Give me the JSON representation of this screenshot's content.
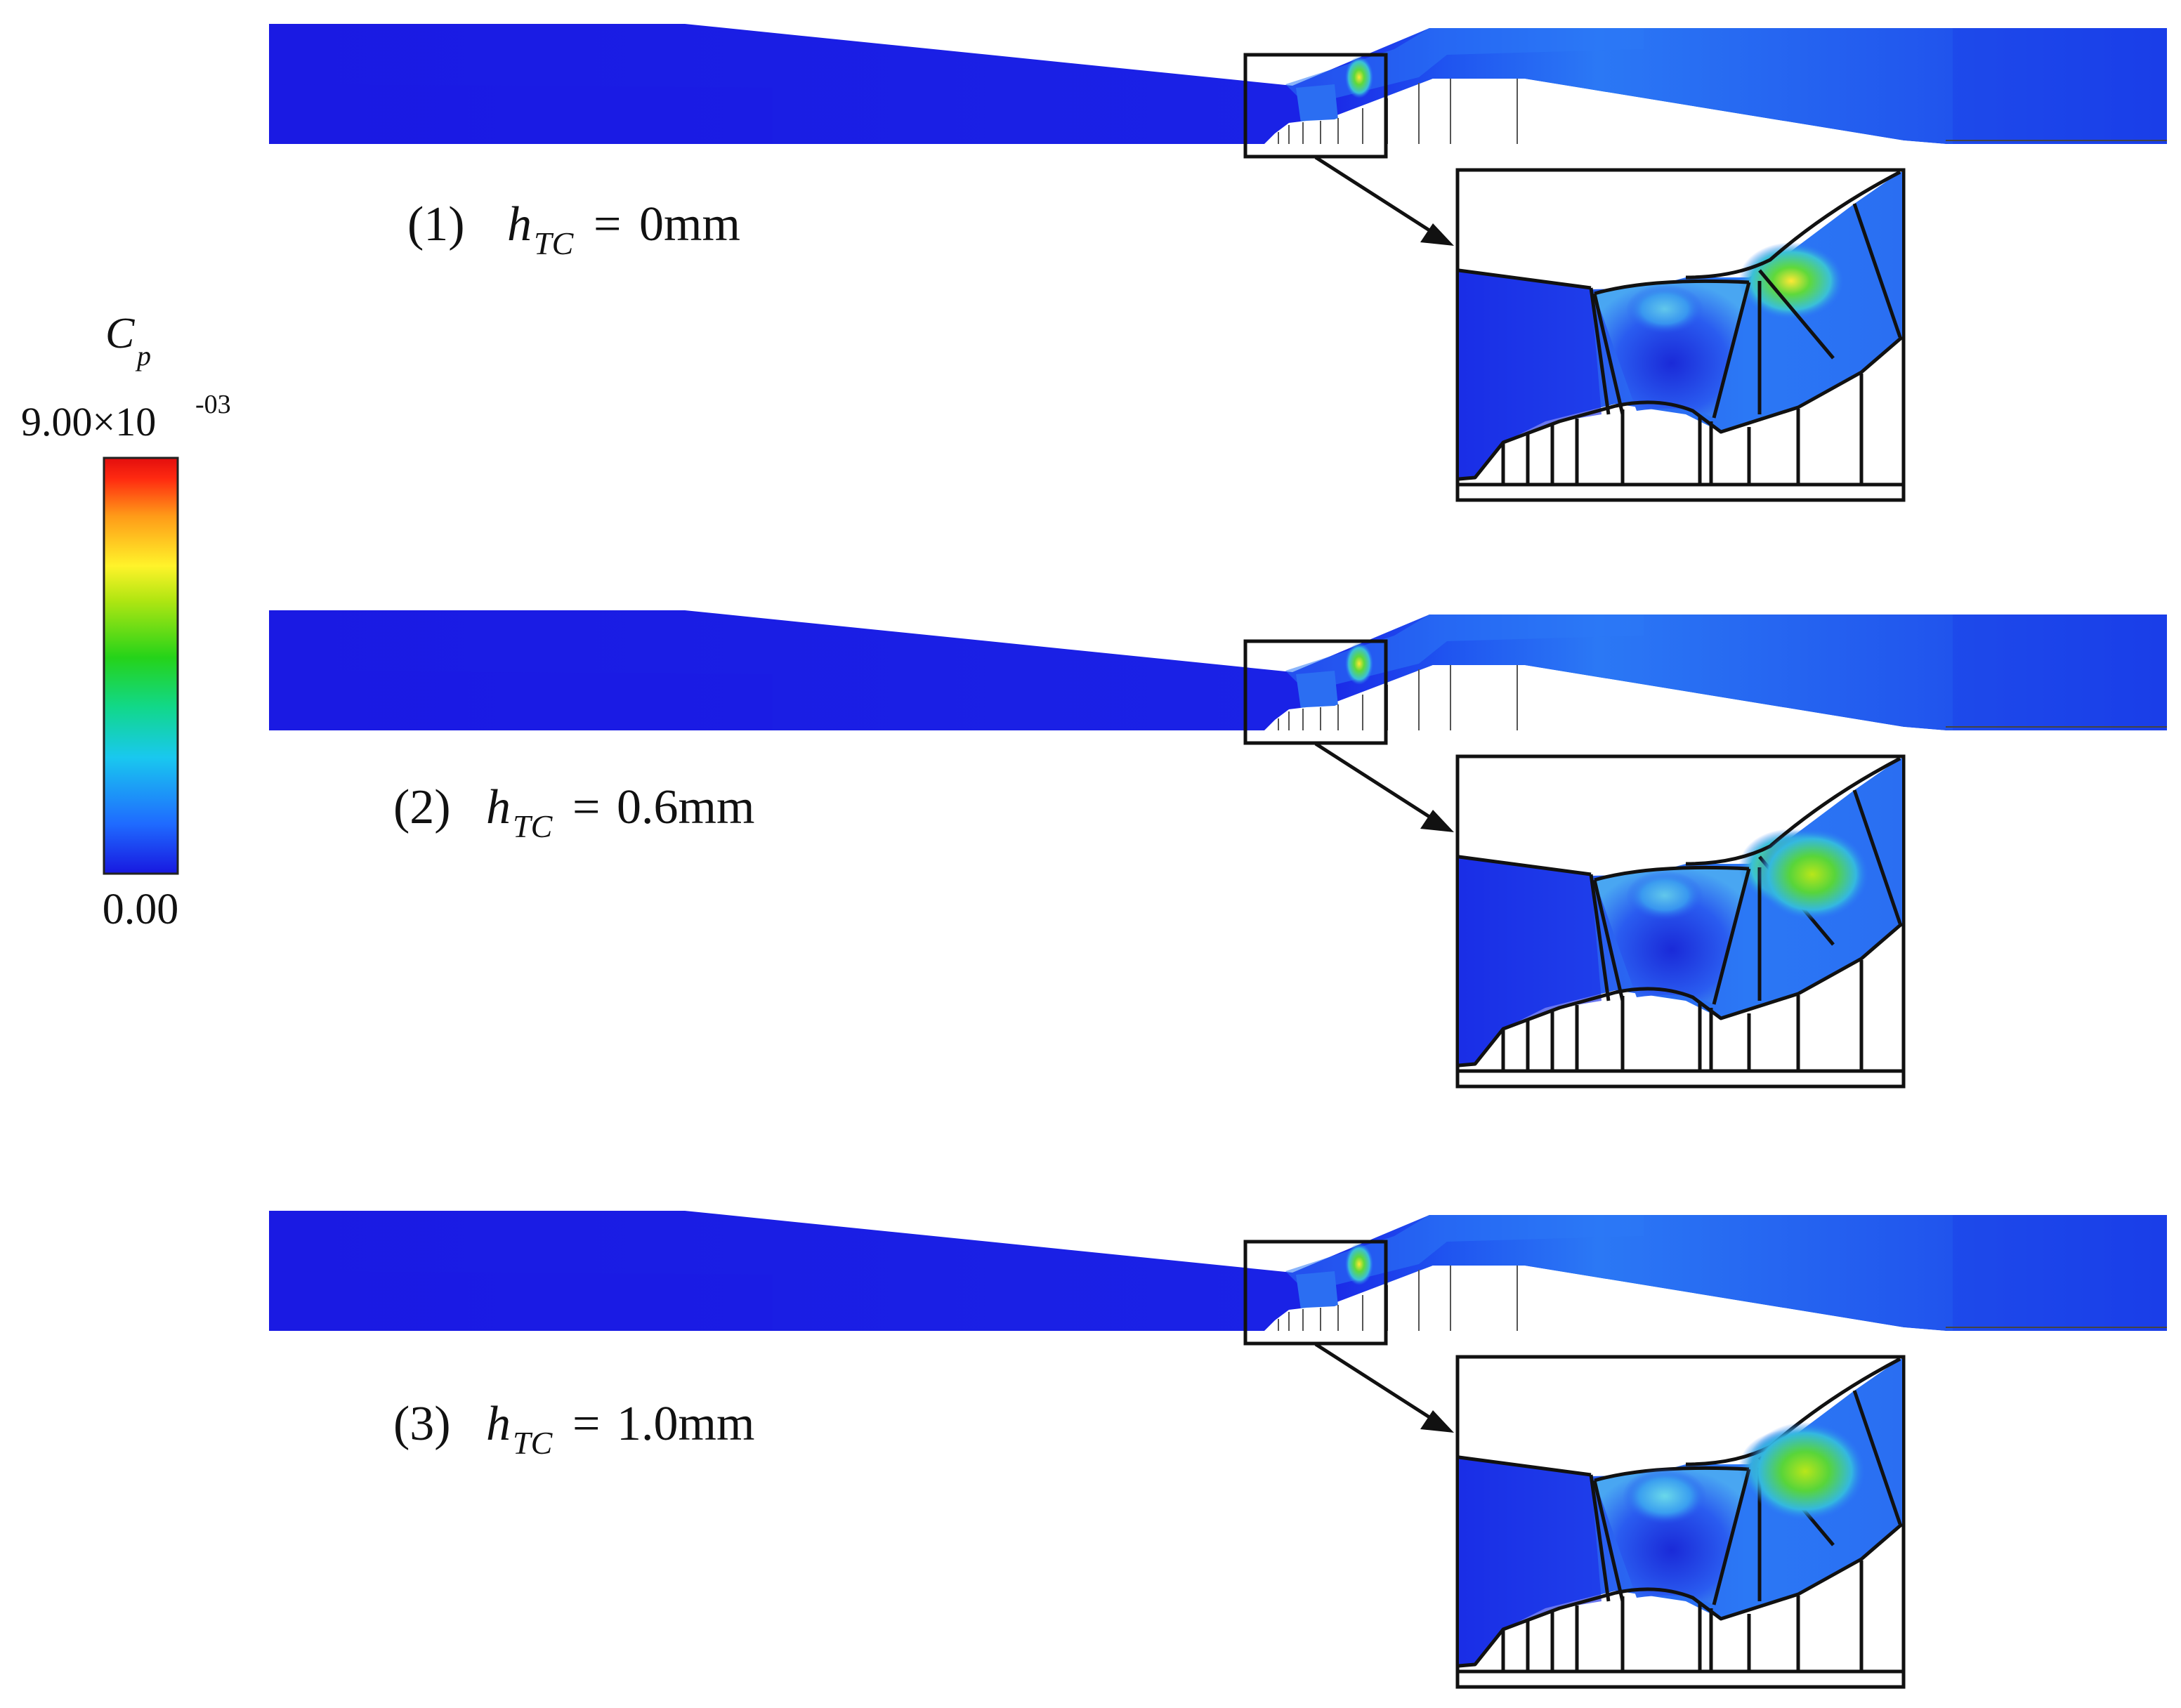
{
  "legend": {
    "variable": "C",
    "variable_sub": "p",
    "max_label": {
      "mantissa": "9.00×10",
      "exponent": "-03"
    },
    "min_label": "0.00",
    "colors": [
      "#1818e0",
      "#1f6bff",
      "#19c8ef",
      "#11d88a",
      "#25d319",
      "#b3e612",
      "#fff32a",
      "#ff9b18",
      "#ff2a10",
      "#e30e0e"
    ]
  },
  "cases": [
    {
      "number": "(1)",
      "symbol": "h",
      "subscript": "TC",
      "equals": "=",
      "value": "0mm",
      "hotspot": {
        "main": "#31c45b",
        "secondary": "#79d52b"
      }
    },
    {
      "number": "(2)",
      "symbol": "h",
      "subscript": "TC",
      "equals": "=",
      "value": "0.6mm",
      "hotspot": {
        "main": "#58d53a",
        "secondary": "#40b8df"
      }
    },
    {
      "number": "(3)",
      "symbol": "h",
      "subscript": "TC",
      "equals": "=",
      "value": "1.0mm",
      "hotspot": {
        "main": "#5fd938",
        "secondary": "#42bbe8"
      }
    }
  ],
  "colors": {
    "field_base": "#1a1ae3",
    "field_mid": "#1f54f0",
    "field_light": "#2b78f5",
    "outline": "#111111",
    "background": "#ffffff"
  }
}
